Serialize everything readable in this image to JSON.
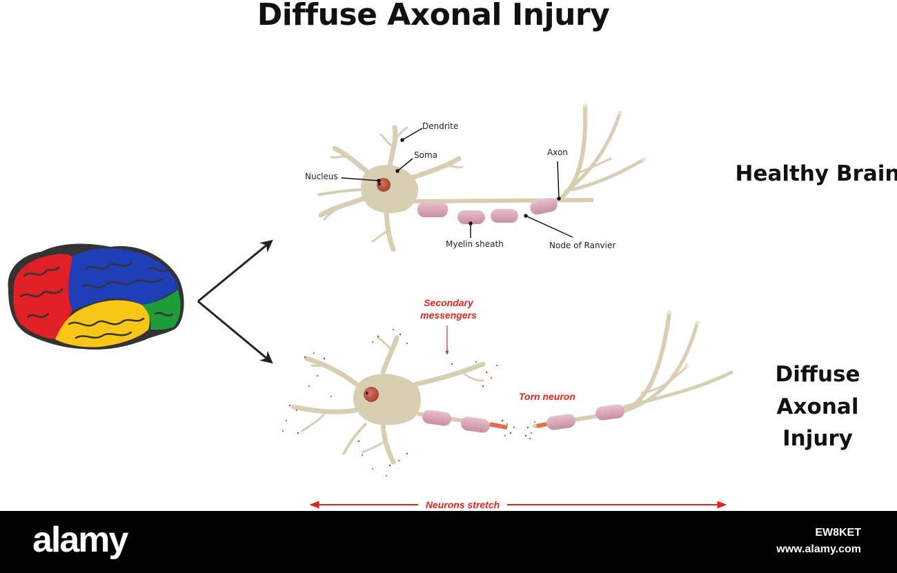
{
  "title": "Diffuse Axonal Injury",
  "healthy_label": "Healthy Brain",
  "dai_label_line1": "Diffuse Axonal",
  "dai_label_line2": "Injury",
  "labels": {
    "dendrite": "Dendrite",
    "soma": "Soma",
    "nucleus": "Nucleus",
    "axon": "Axon",
    "myelin": "Myelin sheath",
    "node": "Node of Ranvier",
    "secondary_line1": "Secondary",
    "secondary_line2": "messengers",
    "torn": "Torn neuron",
    "stretch": "Neurons stretch"
  },
  "footer": {
    "logo": "alamy",
    "image_id": "EW8KET",
    "url": "www.alamy.com"
  },
  "colors": {
    "neuron_body": "#d8ceb2",
    "myelin": "#d8a6b6",
    "nucleus": "#b8553f",
    "annotation_red": "#e2231a",
    "brain_frontal": "#e01f26",
    "brain_parietal": "#1f3fb8",
    "brain_temporal": "#f7c617",
    "brain_occipital": "#1e9b3b"
  }
}
